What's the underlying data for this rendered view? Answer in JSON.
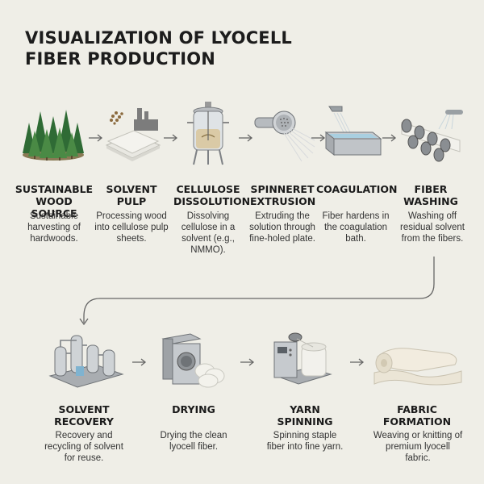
{
  "title": "VISUALIZATION OF LYOCELL FIBER PRODUCTION",
  "row1": [
    {
      "label": "SUSTAINABLE WOOD SOURCE",
      "desc": "Sustainable harvesting of hardwoods."
    },
    {
      "label": "SOLVENT PULP",
      "desc": "Processing wood into cellulose pulp sheets."
    },
    {
      "label": "CELLULOSE DISSOLUTION",
      "desc": "Dissolving cellulose in a solvent (e.g., NMMO)."
    },
    {
      "label": "SPINNERET EXTRUSION",
      "desc": "Extruding the solution through fine-holed plate."
    },
    {
      "label": "COAGULATION",
      "desc": "Fiber hardens in the coagulation bath."
    },
    {
      "label": "FIBER WASHING",
      "desc": "Washing off residual solvent from the fibers."
    }
  ],
  "row2": [
    {
      "label": "SOLVENT RECOVERY",
      "desc": "Recovery and recycling of solvent for reuse."
    },
    {
      "label": "DRYING",
      "desc": "Drying the clean lyocell fiber."
    },
    {
      "label": "YARN SPINNING",
      "desc": "Spinning staple fiber into fine yarn."
    },
    {
      "label": "FABRIC FORMATION",
      "desc": "Weaving or knitting of premium lyocell fabric."
    }
  ],
  "icons": [
    "forest-icon",
    "pulp-sheets-icon",
    "reactor-vessel-icon",
    "spinneret-icon",
    "coagulation-bath-icon",
    "washing-rollers-icon",
    "recovery-plant-icon",
    "dryer-icon",
    "spinning-machine-icon",
    "fabric-icon"
  ]
}
